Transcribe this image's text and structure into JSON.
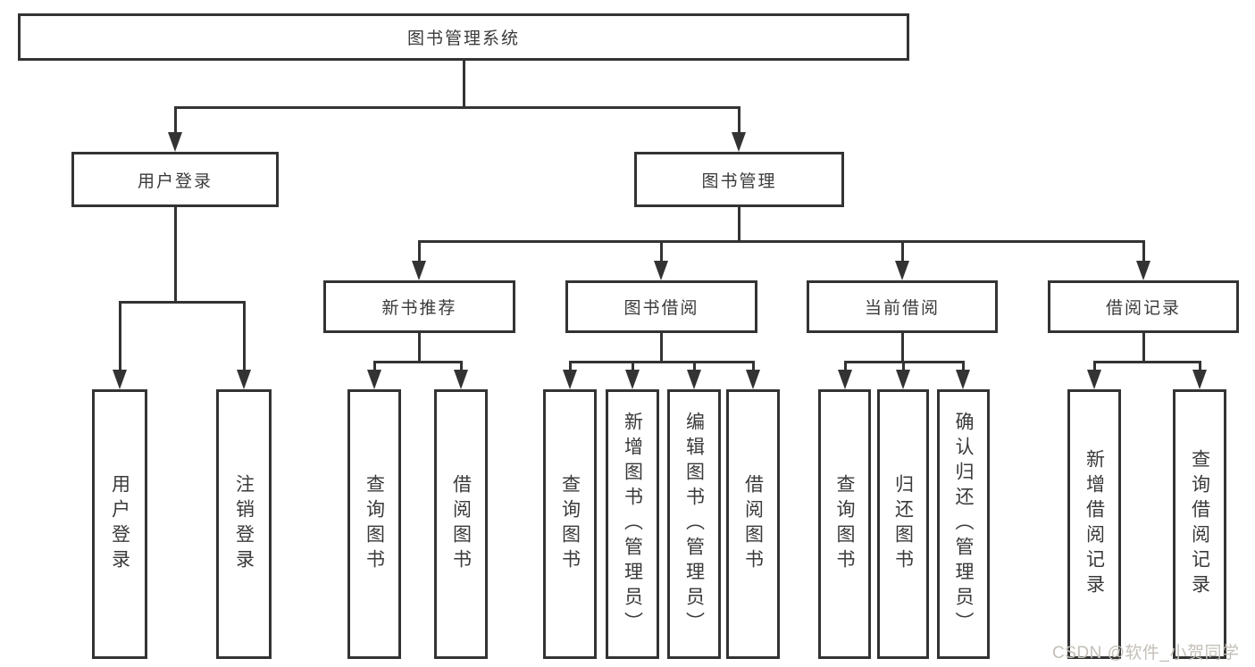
{
  "tree": {
    "root": {
      "label": "图书管理系统"
    },
    "level2": [
      {
        "label": "用户登录",
        "children": [
          {
            "label": "用户登录"
          },
          {
            "label": "注销登录"
          }
        ]
      },
      {
        "label": "图书管理",
        "children": [
          {
            "label": "新书推荐",
            "children": [
              {
                "label": "查询图书"
              },
              {
                "label": "借阅图书"
              }
            ]
          },
          {
            "label": "图书借阅",
            "children": [
              {
                "label": "查询图书"
              },
              {
                "label": "新增图书（管理员）"
              },
              {
                "label": "编辑图书（管理员）"
              },
              {
                "label": "借阅图书"
              }
            ]
          },
          {
            "label": "当前借阅",
            "children": [
              {
                "label": "查询图书"
              },
              {
                "label": "归还图书"
              },
              {
                "label": "确认归还（管理员）"
              }
            ]
          },
          {
            "label": "借阅记录",
            "children": [
              {
                "label": "新增借阅记录"
              },
              {
                "label": "查询借阅记录"
              }
            ]
          }
        ]
      }
    ]
  },
  "watermark": "CSDN @软件_小贺同学",
  "colors": {
    "line": "#333333",
    "box_border": "#333333",
    "text": "#3a3a3a",
    "watermark": "#c4bfb8",
    "background": "#ffffff"
  }
}
